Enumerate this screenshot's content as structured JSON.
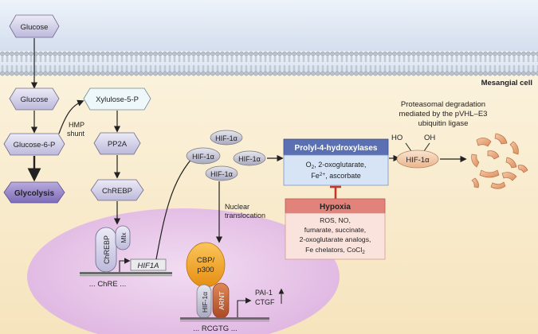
{
  "labels": {
    "cell": "Mesangial cell",
    "glucose_out": "Glucose",
    "glucose_in": "Glucose",
    "glucose6p": "Glucose-6-P",
    "glycolysis": "Glycolysis",
    "xylulose": "Xylulose-5-P",
    "pp2a": "PP2A",
    "chrebp": "ChREBP",
    "hmp_line1": "HMP",
    "hmp_line2": "shunt",
    "chrebp_dna": "ChREBP",
    "mlx": "Mlx",
    "hif1a_gene": "HIF1A",
    "chre": "... ChRE ...",
    "hif_protein": "HIF-1α",
    "nuclear_line1": "Nuclear",
    "nuclear_line2": "translocation",
    "cbp_line1": "CBP/",
    "cbp_line2": "p300",
    "arnt": "ARNT",
    "pai1": "PAI-1",
    "ctgf": "CTGF",
    "rcgtg": "... RCGTG ...",
    "prolyl_title": "Prolyl-4-hydroxylases",
    "prolyl_line1": "O",
    "prolyl_line1_sub": "2",
    "prolyl_line1_rest": ", 2-oxoglutarate,",
    "prolyl_line2": "Fe",
    "prolyl_line2_sup": "2+",
    "prolyl_line2_rest": ", ascorbate",
    "hypoxia_title": "Hypoxia",
    "hypoxia_line1": "ROS, NO,",
    "hypoxia_line2": "fumarate, succinate,",
    "hypoxia_line3": "2-oxoglutarate analogs,",
    "hypoxia_line4": "Fe chelators, CoCl",
    "hypoxia_line4_sub": "2",
    "degradation_line1": "Proteasomal degradation",
    "degradation_line2": "mediated by the pVHL–E3",
    "degradation_line3": "ubiquitin ligase",
    "ho": "HO",
    "oh": "OH"
  },
  "colors": {
    "extracellular_top": "#e4ecf6",
    "extracellular_bottom": "#d2ddee",
    "cytoplasm_top": "#fbf1d9",
    "cytoplasm_bottom": "#f7e7c0",
    "nucleus": "#e7c3e8",
    "node_fill": "#c9c6e3",
    "glycolysis_fill": "#9b8ac8",
    "xylulose_fill": "#eaf7fb",
    "hif_fill": "#c6c6d8",
    "prolyl_title_fill": "#5c72b5",
    "prolyl_body_fill": "#d5e3f4",
    "hypoxia_title_fill": "#e58a83",
    "hypoxia_body_fill": "#fbe1dc",
    "inhibit": "#c0392b",
    "cbp_fill": "#f5a623",
    "arnt_fill": "#c4623a",
    "degradation_fill": "#e9b18c",
    "hydroxylated_fill": "#f3d4bb"
  }
}
